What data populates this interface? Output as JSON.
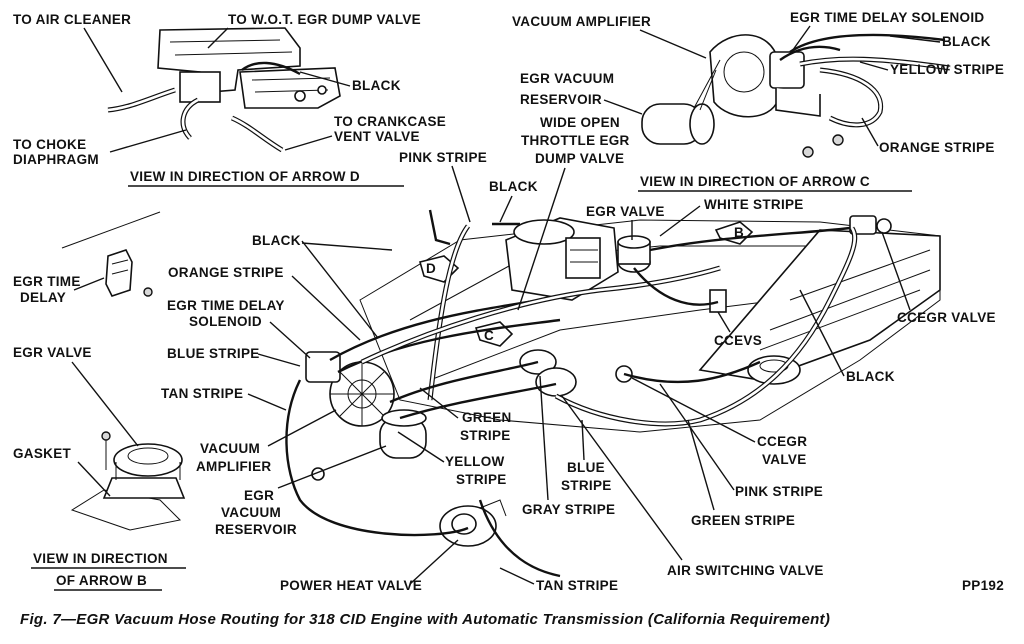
{
  "caption": "Fig. 7—EGR Vacuum Hose Routing for 318 CID Engine with Automatic Transmission (California Requirement)",
  "code": "PP192",
  "arrows": {
    "b": "B",
    "c": "C",
    "d": "D"
  },
  "view_d": {
    "title": "VIEW IN DIRECTION OF ARROW D",
    "to_air_cleaner": "TO AIR CLEANER",
    "to_wot_egr_dump_valve": "TO W.O.T. EGR DUMP VALVE",
    "black": "BLACK",
    "to_crankcase_vent_valve": [
      "TO CRANKCASE",
      "VENT VALVE"
    ],
    "to_choke_diaphragm": [
      "TO CHOKE",
      "DIAPHRAGM"
    ]
  },
  "view_c": {
    "title": "VIEW IN DIRECTION OF ARROW C",
    "vacuum_amplifier": "VACUUM AMPLIFIER",
    "egr_time_delay_solenoid": "EGR TIME DELAY SOLENOID",
    "black": "BLACK",
    "yellow_stripe": "YELLOW STRIPE",
    "egr_vacuum_reservoir": [
      "EGR VACUUM",
      "RESERVOIR"
    ],
    "orange_stripe": "ORANGE STRIPE"
  },
  "view_b": {
    "title": [
      "VIEW IN DIRECTION",
      "OF ARROW B"
    ],
    "egr_valve": "EGR VALVE",
    "gasket": "GASKET"
  },
  "left_labels": {
    "egr_time_delay": [
      "EGR TIME",
      "DELAY"
    ]
  },
  "main": {
    "pink_stripe_top": "PINK STRIPE",
    "wot_egr_dump_valve": [
      "WIDE OPEN",
      "THROTTLE EGR",
      "DUMP VALVE"
    ],
    "black_top": "BLACK",
    "egr_valve": "EGR VALVE",
    "white_stripe": "WHITE STRIPE",
    "black_left": "BLACK",
    "orange_stripe": "ORANGE STRIPE",
    "egr_time_delay_solenoid": [
      "EGR TIME DELAY",
      "SOLENOID"
    ],
    "blue_stripe_left": "BLUE STRIPE",
    "tan_stripe_left": "TAN STRIPE",
    "vacuum_amplifier": [
      "VACUUM",
      "AMPLIFIER"
    ],
    "egr_vacuum_reservoir": [
      "EGR",
      "VACUUM",
      "RESERVOIR"
    ],
    "green_stripe_mid": [
      "GREEN",
      "STRIPE"
    ],
    "yellow_stripe": [
      "YELLOW",
      "STRIPE"
    ],
    "blue_stripe_mid": [
      "BLUE",
      "STRIPE"
    ],
    "gray_stripe": "GRAY STRIPE",
    "power_heat_valve": "POWER HEAT VALVE",
    "tan_stripe_bottom": "TAN STRIPE",
    "air_switching_valve": "AIR SWITCHING VALVE",
    "green_stripe_right": "GREEN STRIPE",
    "pink_stripe_right": "PINK STRIPE",
    "ccegr_valve_mid": [
      "CCEGR",
      "VALVE"
    ],
    "black_right": "BLACK",
    "ccevs": "CCEVS",
    "ccegr_valve_right": "CCEGR VALVE"
  }
}
